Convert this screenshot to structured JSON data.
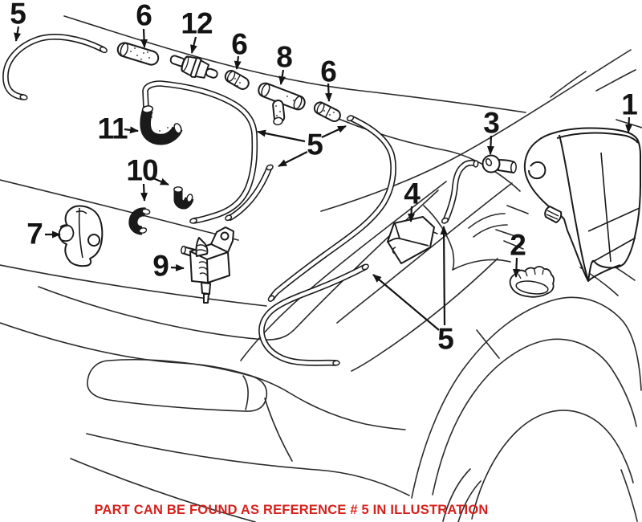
{
  "diagram": {
    "caption": {
      "text": "PART CAN BE FOUND AS REFERENCE # 5 IN ILLUSTRATION",
      "color": "#d6201c"
    },
    "background_color": "#ffffff",
    "line_color": "#1a1a1a",
    "callouts": [
      {
        "ref": "5",
        "position": "top-left"
      },
      {
        "ref": "6",
        "position": "top-1"
      },
      {
        "ref": "12",
        "position": "top-2"
      },
      {
        "ref": "6",
        "position": "top-3"
      },
      {
        "ref": "8",
        "position": "top-4"
      },
      {
        "ref": "6",
        "position": "top-5"
      },
      {
        "ref": "1",
        "position": "right"
      },
      {
        "ref": "3",
        "position": "upper-right"
      },
      {
        "ref": "11",
        "position": "mid-left"
      },
      {
        "ref": "5",
        "position": "middle"
      },
      {
        "ref": "10",
        "position": "mid-left-lower"
      },
      {
        "ref": "4",
        "position": "center"
      },
      {
        "ref": "7",
        "position": "far-left"
      },
      {
        "ref": "2",
        "position": "lower-right"
      },
      {
        "ref": "9",
        "position": "lower-left"
      },
      {
        "ref": "5",
        "position": "bottom-center"
      }
    ]
  }
}
